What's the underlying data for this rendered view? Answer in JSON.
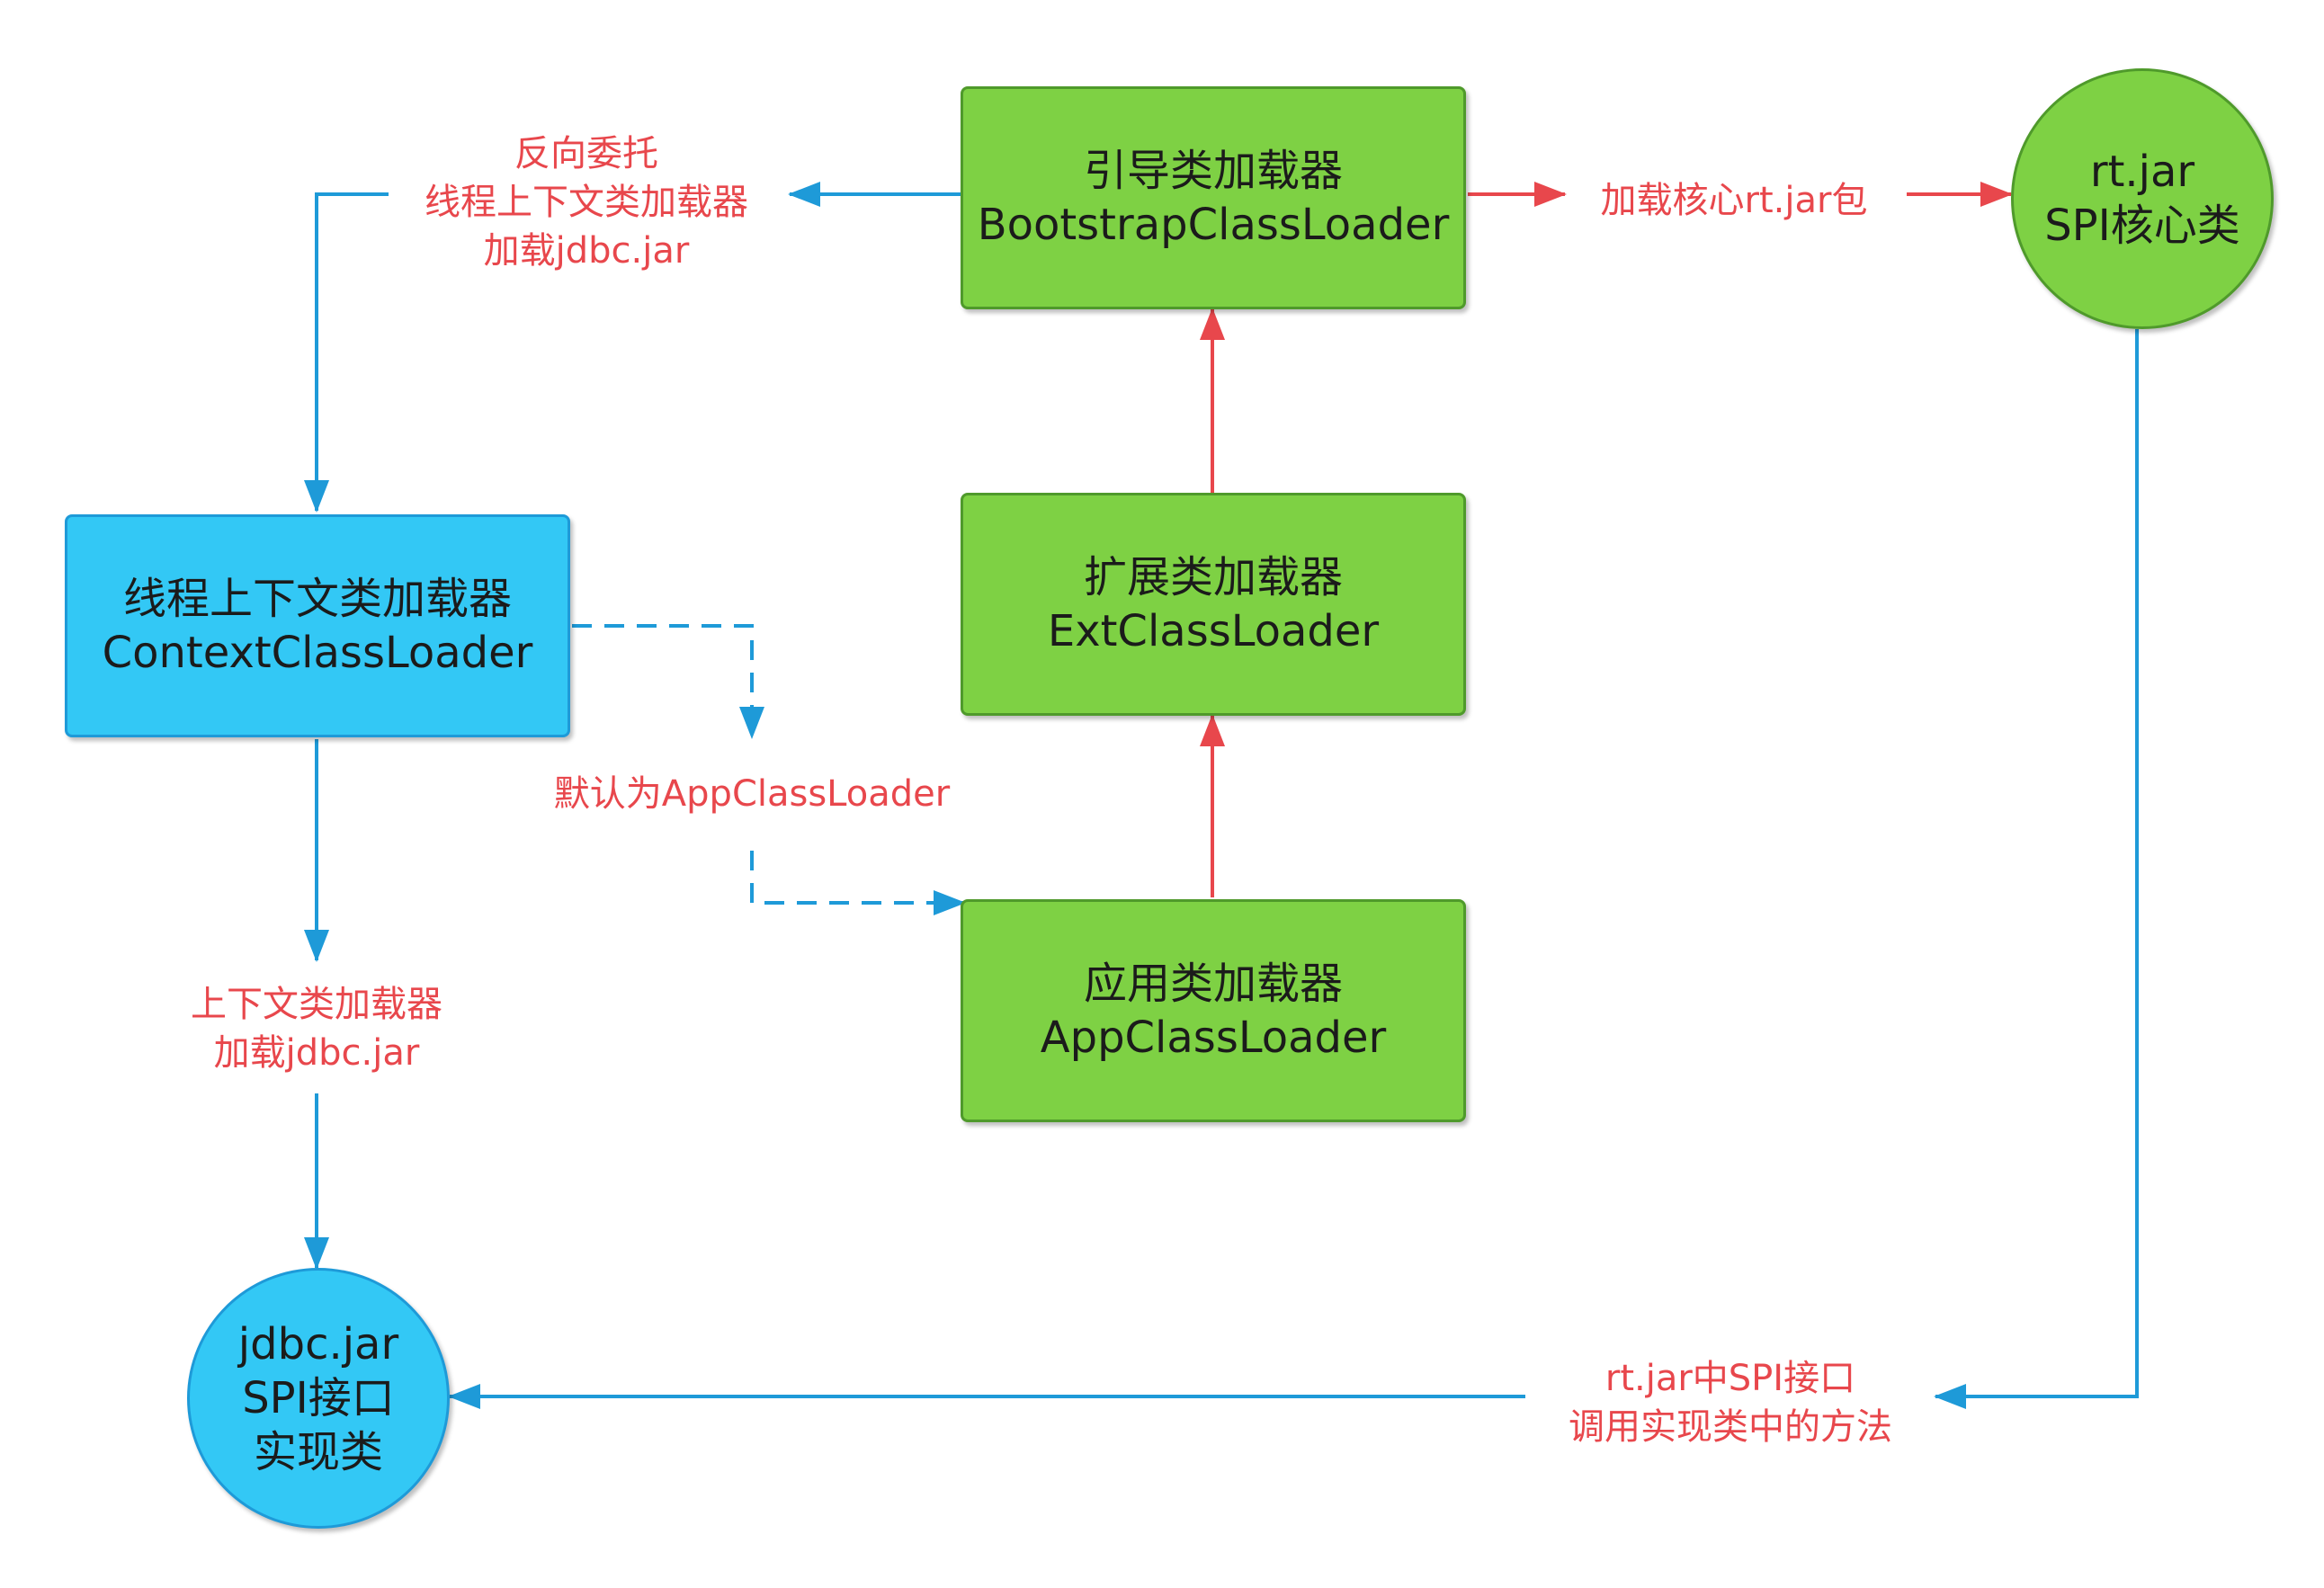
{
  "colors": {
    "blue_arrow": "#1e9ad8",
    "red_arrow": "#e8474c",
    "green_node": "#7ed144",
    "blue_node": "#33c8f5",
    "label_text": "#e8474c"
  },
  "nodes": {
    "bootstrap": {
      "line1": "引导类加载器",
      "line2": "BootstrapClassLoader"
    },
    "ext": {
      "line1": "扩展类加载器",
      "line2": "ExtClassLoader"
    },
    "app": {
      "line1": "应用类加载器",
      "line2": "AppClassLoader"
    },
    "context": {
      "line1": "线程上下文类加载器",
      "line2": "ContextClassLoader"
    },
    "rtjar": {
      "line1": "rt.jar",
      "line2": "SPI核心类"
    },
    "jdbcjar": {
      "line1": "jdbc.jar",
      "line2": "SPI接口",
      "line3": "实现类"
    }
  },
  "labels": {
    "reverse_delegation": {
      "line1": "反向委托",
      "line2": "线程上下文类加载器",
      "line3": "加载jdbc.jar"
    },
    "load_core": "加载核心rt.jar包",
    "default_app": "默认为AppClassLoader",
    "context_load": {
      "line1": "上下文类加载器",
      "line2": "加载jdbc.jar"
    },
    "call_impl": {
      "line1": "rt.jar中SPI接口",
      "line2": "调用实现类中的方法"
    }
  }
}
